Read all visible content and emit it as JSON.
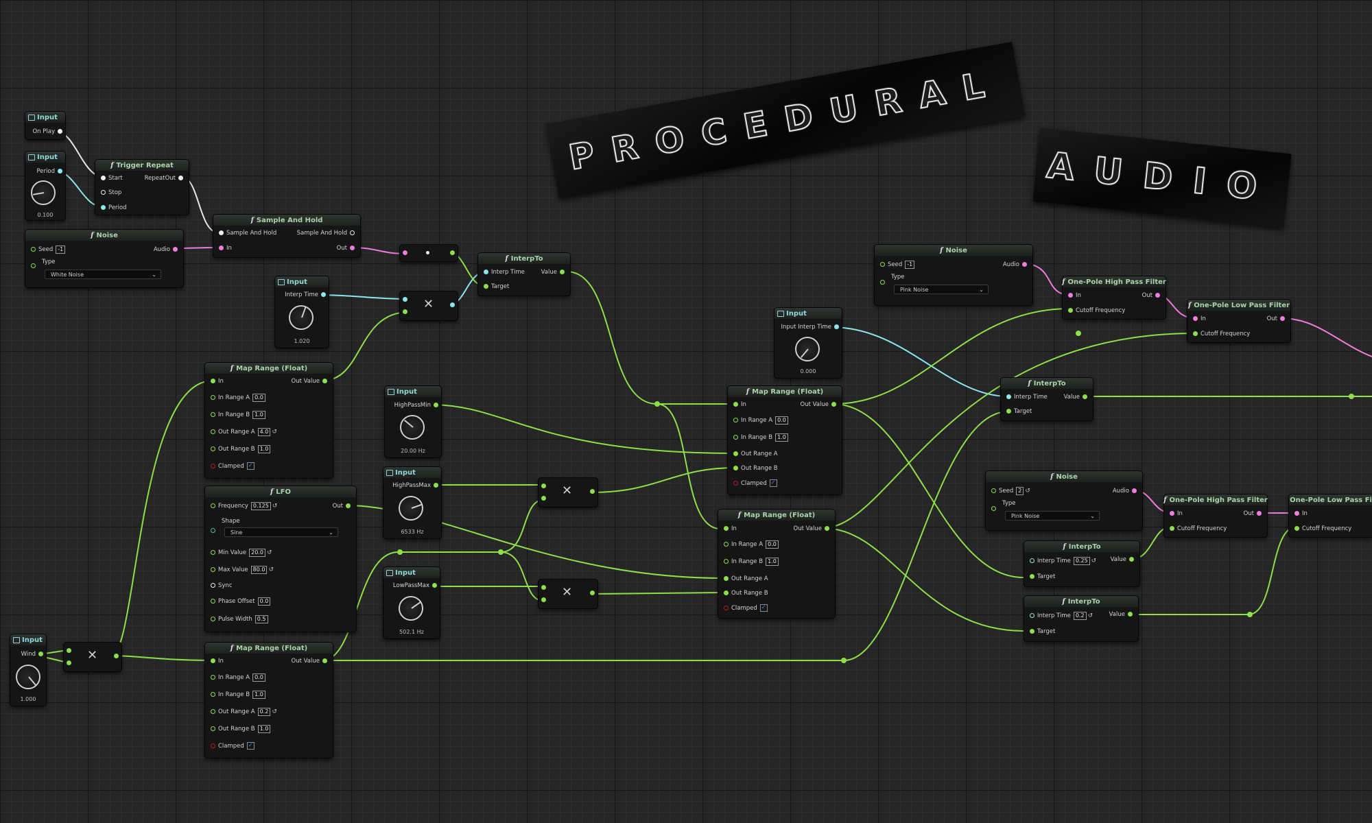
{
  "banner": {
    "line1": "PROCEDURAL",
    "line2": "AUDIO"
  },
  "labels": {
    "input": "Input",
    "on_play": "On Play",
    "period": "Period",
    "trigger_repeat": "Trigger Repeat",
    "start": "Start",
    "stop": "Stop",
    "repeat_out": "RepeatOut",
    "sample_and_hold": "Sample And Hold",
    "in": "In",
    "out": "Out",
    "noise": "Noise",
    "seed": "Seed",
    "type": "Type",
    "audio": "Audio",
    "interp_to": "InterpTo",
    "interp_time": "Interp Time",
    "target": "Target",
    "value": "Value",
    "input_interp_time": "Input Interp Time",
    "map_range_float": "Map Range (Float)",
    "out_value": "Out Value",
    "in_range_a": "In Range A",
    "in_range_b": "In Range B",
    "out_range_a": "Out Range A",
    "out_range_b": "Out Range B",
    "clamped": "Clamped",
    "lfo": "LFO",
    "frequency": "Frequency",
    "shape": "Shape",
    "min_value": "Min Value",
    "max_value": "Max Value",
    "sync": "Sync",
    "phase_offset": "Phase Offset",
    "pulse_width": "Pulse Width",
    "highpass_min": "HighPassMin",
    "highpass_max": "HighPassMax",
    "lowpass_max": "LowPassMax",
    "wind": "Wind",
    "one_pole_hpf": "One-Pole High Pass Filter",
    "one_pole_lpf": "One-Pole Low Pass Filter",
    "one_pole_lpf_cut": "One-Pole Low Pass Filt",
    "cutoff_frequency": "Cutoff Frequency"
  },
  "values": {
    "period_knob": "0.100",
    "noise1_seed": "-1",
    "noise1_type": "White Noise",
    "interp_time_knob": "1.020",
    "map1": {
      "in_a": "0.0",
      "in_b": "1.0",
      "out_a": "4.0",
      "out_b": "1.0"
    },
    "lfo": {
      "frequency": "0.125",
      "shape": "Sine",
      "min": "20.0",
      "max": "80.0",
      "phase": "0.0",
      "pulse": "0.5"
    },
    "map2": {
      "in_a": "0.0",
      "in_b": "1.0",
      "out_a": "0.2",
      "out_b": "1.0"
    },
    "highpass_min_knob": "20.00 Hz",
    "highpass_max_knob": "6533 Hz",
    "lowpass_max_knob": "502.1 Hz",
    "wind_knob": "1.000",
    "input_interp_knob": "0.000",
    "map3": {
      "in_a": "0.0",
      "in_b": "1.0"
    },
    "map4": {
      "in_a": "0.0",
      "in_b": "1.0"
    },
    "noise2_seed": "-1",
    "noise2_type": "Pink Noise",
    "noise3_seed": "2",
    "noise3_type": "Pink Noise",
    "interp_b": "0.25",
    "interp_c": "0.2"
  },
  "colors": {
    "float": "#8ee04a",
    "audio": "#f07ce0",
    "time": "#8ce8f0",
    "exec": "#eeeeee"
  }
}
